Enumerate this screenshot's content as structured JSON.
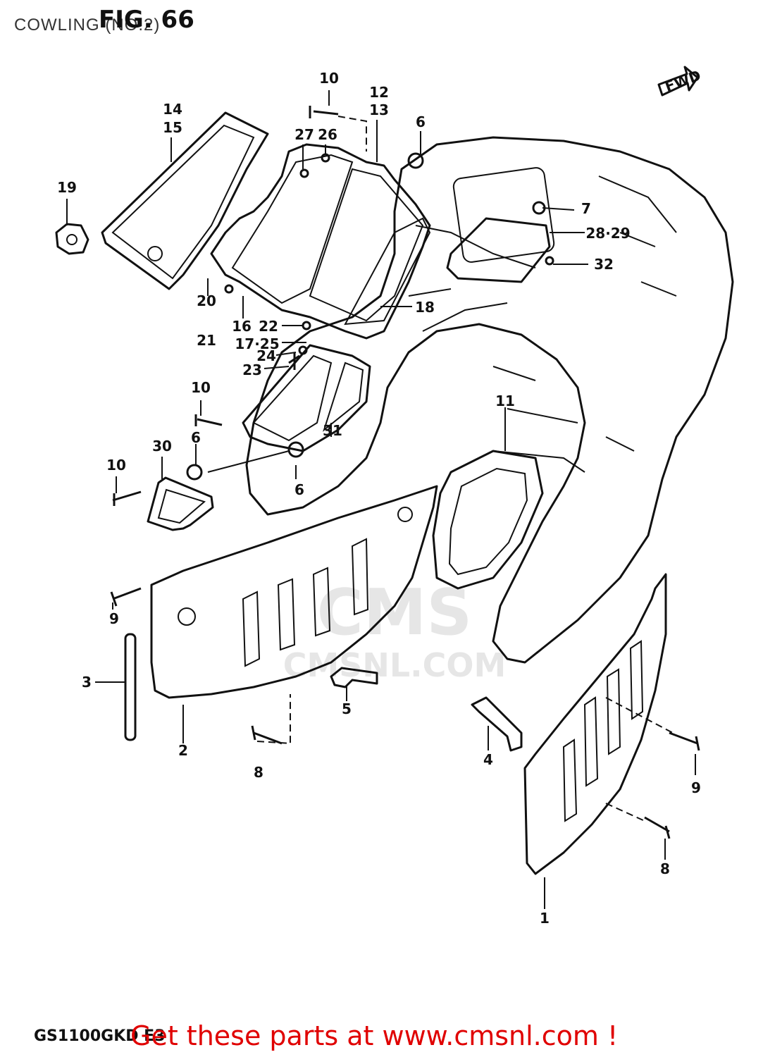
{
  "header": {
    "title": "COWLING (NO.2)",
    "figure": "FIG. 66"
  },
  "footer": {
    "model_code": "GS1100GKD E3",
    "cta": "Get these parts at www.cmsnl.com !"
  },
  "direction_badge": "FWD",
  "watermark": {
    "text": "CMSNL.COM",
    "logo": "CMS"
  },
  "callouts": [
    "1",
    "2",
    "3",
    "4",
    "5",
    "6",
    "6",
    "6",
    "7",
    "8",
    "8",
    "9",
    "9",
    "10",
    "10",
    "10",
    "11",
    "12",
    "13",
    "14",
    "15",
    "16",
    "17·25",
    "18",
    "19",
    "20",
    "21",
    "22",
    "23",
    "24",
    "26",
    "27",
    "28·29",
    "30",
    "31",
    "32"
  ]
}
